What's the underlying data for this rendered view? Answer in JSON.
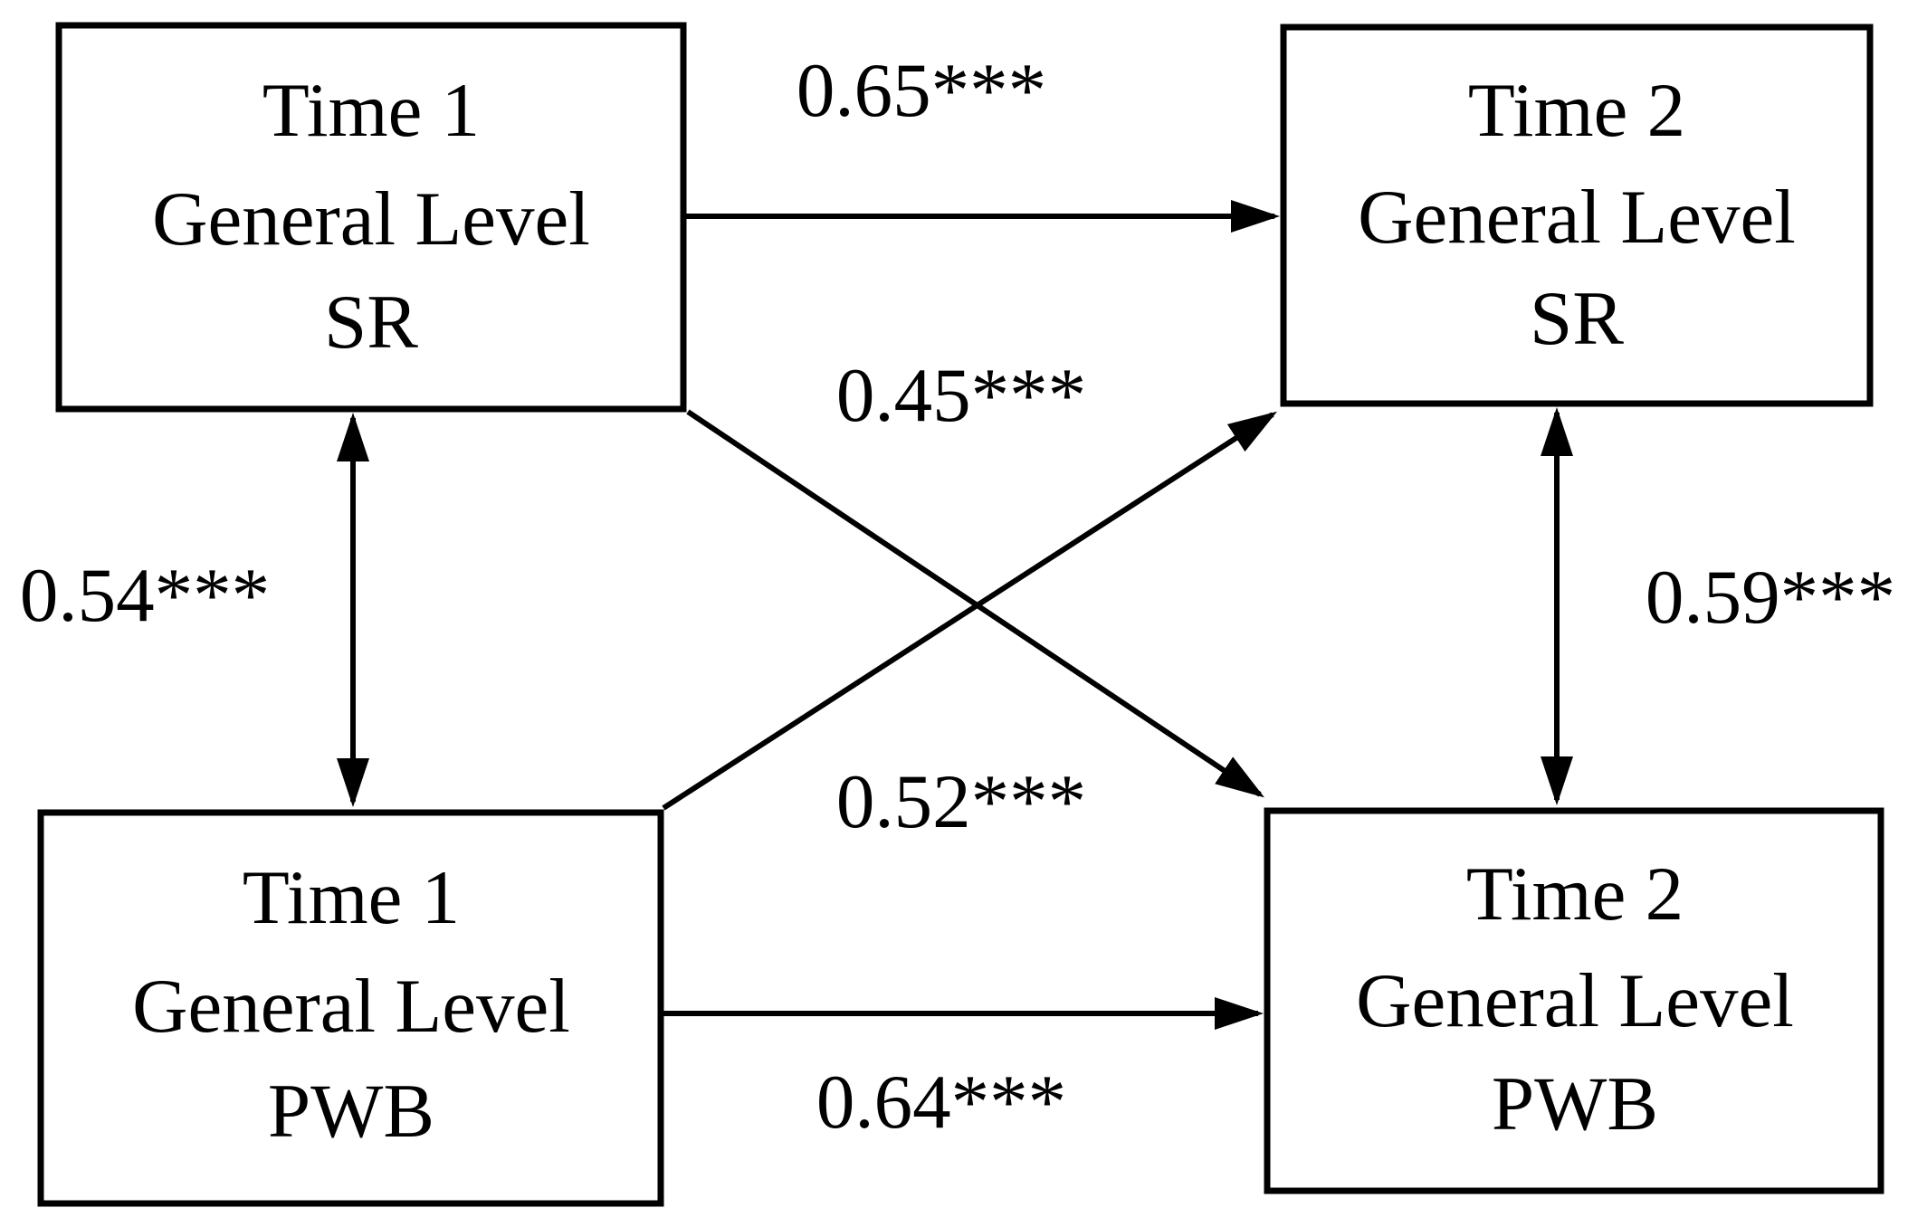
{
  "figure": {
    "type": "cross-lagged-panel-model",
    "background_color": "#ffffff",
    "line_color": "#000000",
    "text_color": "#000000"
  },
  "nodes": [
    {
      "id": "time1-sr",
      "lines": [
        "Time 1",
        "General Level",
        "SR"
      ]
    },
    {
      "id": "time2-sr",
      "lines": [
        "Time 2",
        "General Level",
        "SR"
      ]
    },
    {
      "id": "time1-pwb",
      "lines": [
        "Time 1",
        "General Level",
        "PWB"
      ]
    },
    {
      "id": "time2-pwb",
      "lines": [
        "Time 2",
        "General Level",
        "PWB"
      ]
    }
  ],
  "edges": [
    {
      "id": "sr-stability",
      "from": "time1-sr",
      "to": "time2-sr",
      "type": "directed",
      "label": "0.65***"
    },
    {
      "id": "cross-pwb-to-sr",
      "from": "time1-pwb",
      "to": "time2-sr",
      "type": "directed",
      "label": "0.45***"
    },
    {
      "id": "cross-sr-to-pwb",
      "from": "time1-sr",
      "to": "time2-pwb",
      "type": "directed",
      "label": "0.52***"
    },
    {
      "id": "pwb-stability",
      "from": "time1-pwb",
      "to": "time2-pwb",
      "type": "directed",
      "label": "0.64***"
    },
    {
      "id": "time1-correlation",
      "from": "time1-sr",
      "to": "time1-pwb",
      "type": "bidirectional",
      "label": "0.54***"
    },
    {
      "id": "time2-correlation",
      "from": "time2-sr",
      "to": "time2-pwb",
      "type": "bidirectional",
      "label": "0.59***"
    }
  ]
}
